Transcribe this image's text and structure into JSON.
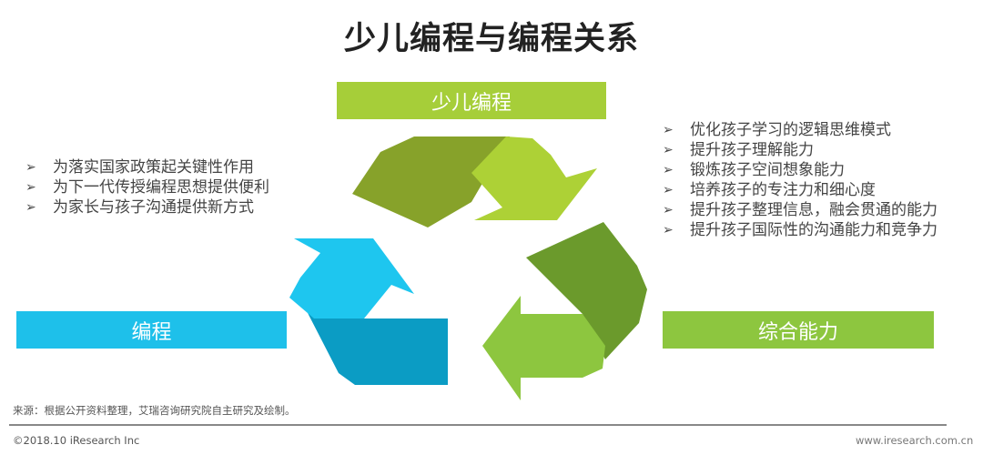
{
  "title": "少儿编程与编程关系",
  "nodes": {
    "top": "少儿编程",
    "left": "编程",
    "right": "综合能力"
  },
  "left_list": [
    "为落实国家政策起关键性作用",
    "为下一代传授编程思想提供便利",
    "为家长与孩子沟通提供新方式"
  ],
  "right_list": [
    "优化孩子学习的逻辑思维模式",
    "提升孩子理解能力",
    "锻炼孩子空间想象能力",
    "培养孩子的专注力和细心度",
    "提升孩子整理信息，融会贯通的能力",
    "提升孩子国际性的沟通能力和竞争力"
  ],
  "bullet": "➢",
  "footer": {
    "source": "来源：根据公开资料整理，艾瑞咨询研究院自主研究及绘制。",
    "copyright": "©2018.10 iResearch Inc",
    "url": "www.iresearch.com.cn"
  },
  "colors": {
    "top_box": "#a6ce39",
    "left_box": "#1ec0ea",
    "right_box": "#8dc63f",
    "arrow_dark_olive": "#87a22a",
    "arrow_light_green": "#add136",
    "arrow_blue_light": "#1ec6ef",
    "arrow_blue_dark": "#0b9cc4",
    "arrow_dark_green": "#6b9a2c",
    "arrow_green": "#8dc63f"
  }
}
